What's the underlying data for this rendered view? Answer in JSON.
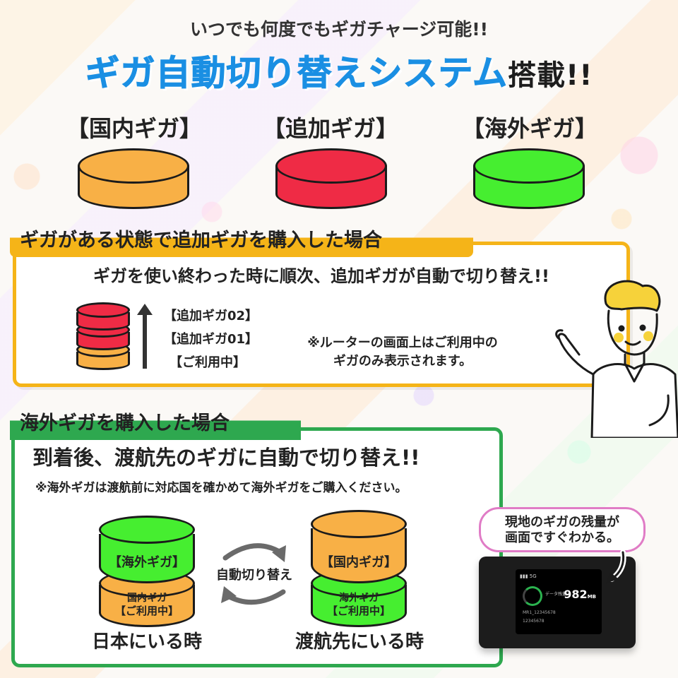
{
  "header": {
    "top_line": "いつでも何度でもギガチャージ可能!!",
    "headline_blue": "ギガ自動切り替えシステム",
    "headline_dark": "搭載!!"
  },
  "giga_types": [
    {
      "label": "【国内ギガ】",
      "color": "#f8b046"
    },
    {
      "label": "【追加ギガ】",
      "color": "#ef2b45"
    },
    {
      "label": "【海外ギガ】",
      "color": "#46ee30"
    }
  ],
  "section1": {
    "tab": "ギガがある状態で追加ギガを購入した場合",
    "subtitle": "ギガを使い終わった時に順次、追加ギガが自動で切り替え!!",
    "stack_labels": [
      "【追加ギガ02】",
      "【追加ギガ01】",
      "【ご利用中】"
    ],
    "note_line1": "※ルーターの画面上はご利用中の",
    "note_line2": "ギガのみ表示されます。"
  },
  "section2": {
    "tab": "海外ギガを購入した場合",
    "subtitle": "到着後、渡航先のギガに自動で切り替え!!",
    "note": "※海外ギガは渡航前に対応国を確かめて海外ギガをご購入ください。",
    "left": {
      "top_label": "【海外ギガ】",
      "bottom_label_1": "国内ギガ",
      "bottom_label_2": "【ご利用中】",
      "caption": "日本にいる時"
    },
    "switch_label": "自動切り替え",
    "right": {
      "top_label": "【国内ギガ】",
      "bottom_label_1": "海外ギガ",
      "bottom_label_2": "【ご利用中】",
      "caption": "渡航先にいる時"
    }
  },
  "bubble": {
    "line1": "現地のギガの残量が",
    "line2": "画面ですぐわかる。"
  },
  "device_screen": {
    "value": "982",
    "unit": "MB",
    "label": "データ残量",
    "row1": "MR1_12345678",
    "row2": "12345678"
  },
  "colors": {
    "blue": "#1a8fe3",
    "orange": "#f8b046",
    "red": "#ef2b45",
    "green": "#46ee30",
    "panel_yellow": "#f5b418",
    "panel_green": "#2ea84f",
    "bubble_pink": "#e07cc6"
  }
}
